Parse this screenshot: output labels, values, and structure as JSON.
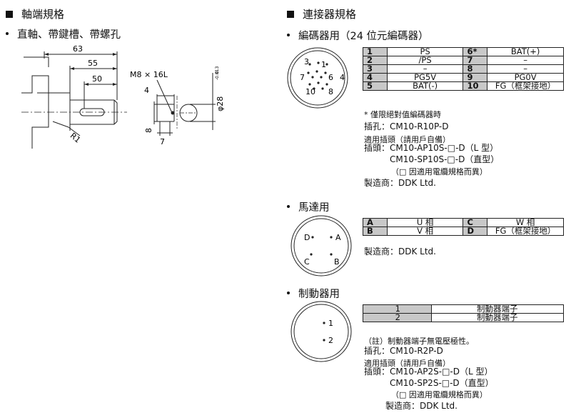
{
  "left": {
    "heading": "軸端規格",
    "subheading": "直軸、帶鍵槽、帶螺孔",
    "dims": {
      "d63": "63",
      "d55": "55",
      "d50": "50",
      "thread": "M8 × 16L",
      "d4": "4",
      "d8": "8",
      "d7": "7",
      "r1": "R1",
      "dia": "φ28",
      "tol_top": "0",
      "tol_bottom": "-0.013"
    }
  },
  "right": {
    "heading": "連接器規格",
    "encoder": {
      "title": "編碼器用（24 位元編碼器）",
      "pins_labels": [
        "3",
        "1",
        "7",
        "6",
        "4",
        "10",
        "8"
      ],
      "rows": [
        {
          "p1": "1",
          "s1": "PS",
          "p2": "6*",
          "s2": "BAT(+)"
        },
        {
          "p1": "2",
          "s1": "/PS",
          "p2": "7",
          "s2": "–"
        },
        {
          "p1": "3",
          "s1": "–",
          "p2": "8",
          "s2": "–"
        },
        {
          "p1": "4",
          "s1": "PG5V",
          "p2": "9",
          "s2": "PG0V"
        },
        {
          "p1": "5",
          "s1": "BAT(-)",
          "p2": "10",
          "s2": "FG（框架接地）"
        }
      ],
      "note": "* 僅限絕對值編碼器時",
      "socket": "插孔：CM10-R10P-D",
      "plug_title": "適用插頭（請用戶自備）",
      "plug1": "插頭：CM10-AP10S-□-D（L 型）",
      "plug2": "CM10-SP10S-□-D（直型）",
      "plug_note": "（□ 因適用電纜規格而異）",
      "maker": "製造商：DDK Ltd."
    },
    "motor": {
      "title": "馬達用",
      "pins_labels": [
        "D",
        "A",
        "C",
        "B"
      ],
      "rows": [
        {
          "p1": "A",
          "s1": "U 相",
          "p2": "C",
          "s2": "W 相"
        },
        {
          "p1": "B",
          "s1": "V 相",
          "p2": "D",
          "s2": "FG（框架接地）"
        }
      ],
      "maker": "製造商：DDK Ltd."
    },
    "brake": {
      "title": "制動器用",
      "pins_labels": [
        "1",
        "2"
      ],
      "rows": [
        {
          "p": "1",
          "s": "制動器端子"
        },
        {
          "p": "2",
          "s": "制動器端子"
        }
      ],
      "note": "（註）制動器端子無電壓極性。",
      "socket": "插孔：CM10-R2P-D",
      "plug_title": "適用插頭（請用戶自備）",
      "plug1": "插頭：CM10-AP2S-□-D（L 型）",
      "plug2": "CM10-SP2S-□-D（直型）",
      "plug_note": "（□ 因適用電纜規格而異）",
      "maker": "製造商：DDK Ltd."
    }
  }
}
